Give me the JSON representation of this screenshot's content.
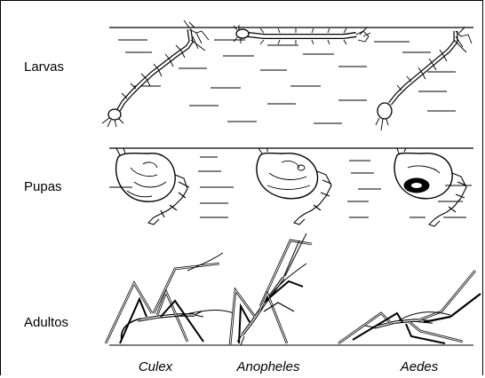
{
  "rows": {
    "larvas": "Larvas",
    "pupas": "Pupas",
    "adultos": "Adultos"
  },
  "columns": {
    "culex": "Culex",
    "anopheles": "Anopheles",
    "aedes": "Aedes"
  }
}
